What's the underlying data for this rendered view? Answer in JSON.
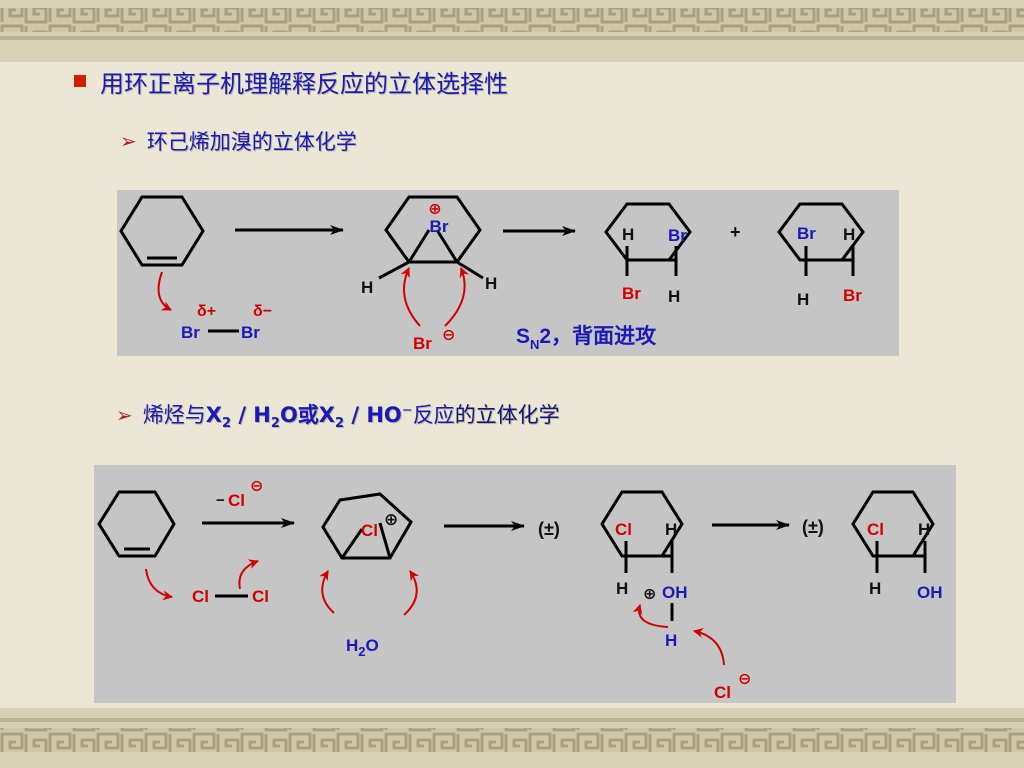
{
  "slide": {
    "heading": "用环正离子机理解释反应的立体选择性",
    "section1_title": "环己烯加溴的立体化学",
    "section2": {
      "part1": "烯烃与",
      "x": "X",
      "x_sub": "2",
      "sep1": " / H",
      "h_sub": "2",
      "o": "O或",
      "x2": "X",
      "x2_sub": "2",
      "sep2": " / HO",
      "minus": "−",
      "part2": "反应",
      "part3": "的立体化学"
    }
  },
  "panel1": {
    "br2_left": "Br",
    "br2_right": "Br",
    "delta_plus": "δ+",
    "delta_minus": "δ−",
    "bromonium_br": "Br",
    "bromonium_charge": "⊕",
    "h_left": "H",
    "h_right": "H",
    "nucleophile": "Br",
    "nucleophile_charge": "⊖",
    "product1": {
      "h_top": "H",
      "br_top": "Br",
      "br_bottom": "Br",
      "h_bottom": "H"
    },
    "plus_sign": "+",
    "product2": {
      "br_top": "Br",
      "h_top": "H",
      "h_bottom": "H",
      "br_bottom": "Br"
    },
    "mechanism": {
      "s": "S",
      "n": "N",
      "rest": "2，背面进攻"
    }
  },
  "panel2": {
    "reagent_prefix": "−",
    "reagent": "Cl",
    "reagent_charge": "⊖",
    "cl2_left": "Cl",
    "cl2_right": "Cl",
    "chloronium_cl": "Cl",
    "chloronium_charge": "⊕",
    "water_h": "H",
    "water_sub": "2",
    "water_o": "O",
    "racemic1": "(±)",
    "intermediate": {
      "cl": "Cl",
      "h_top": "H",
      "h_left": "H",
      "charge": "⊕",
      "oh": "OH",
      "h_below": "H"
    },
    "chloride": "Cl",
    "chloride_charge": "⊖",
    "racemic2": "(±)",
    "product": {
      "cl": "Cl",
      "h_top": "H",
      "h_left": "H",
      "oh": "OH"
    }
  },
  "colors": {
    "heading_blue": "#1a1ab8",
    "label_red": "#d40000",
    "panel_gray": "#c5c5c5",
    "bullet_red": "#cc2200"
  }
}
